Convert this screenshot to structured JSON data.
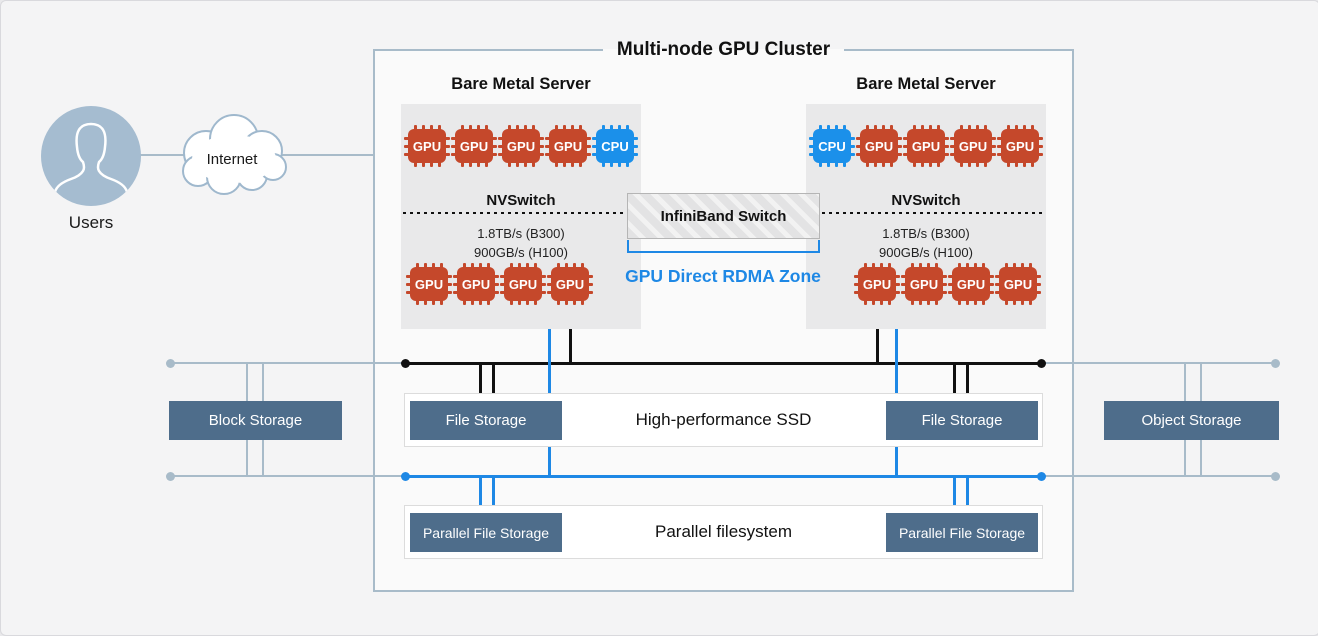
{
  "users": {
    "label": "Users"
  },
  "internet": {
    "label": "Internet"
  },
  "cluster": {
    "title": "Multi-node GPU Cluster"
  },
  "servers": [
    {
      "label": "Bare Metal Server",
      "nvswitch": "NVSwitch",
      "bw1": "1.8TB/s (B300)",
      "bw2": "900GB/s (H100)",
      "chips_top": [
        "GPU",
        "GPU",
        "GPU",
        "GPU",
        "CPU"
      ],
      "chips_bottom": [
        "GPU",
        "GPU",
        "GPU",
        "GPU"
      ]
    },
    {
      "label": "Bare Metal Server",
      "nvswitch": "NVSwitch",
      "bw1": "1.8TB/s (B300)",
      "bw2": "900GB/s (H100)",
      "chips_top": [
        "CPU",
        "GPU",
        "GPU",
        "GPU",
        "GPU"
      ],
      "chips_bottom": [
        "GPU",
        "GPU",
        "GPU",
        "GPU"
      ]
    }
  ],
  "infiniband": {
    "label": "InfiniBand Switch",
    "zone": "GPU Direct RDMA Zone"
  },
  "storage": {
    "block": {
      "label": "Block Storage"
    },
    "object": {
      "label": "Object Storage"
    },
    "ssd": {
      "title": "High-performance SSD",
      "left": "File Storage",
      "right": "File Storage"
    },
    "parallel": {
      "title": "Parallel filesystem",
      "left": "Parallel File Storage",
      "right": "Parallel File Storage"
    }
  },
  "colors": {
    "accent_blue": "#1e88e5",
    "chip_red": "#c5482b",
    "chip_blue": "#1b90ea",
    "storage_slate": "#4e6d8b",
    "line_gray": "#a8bbc9",
    "bus_black": "#111111"
  }
}
